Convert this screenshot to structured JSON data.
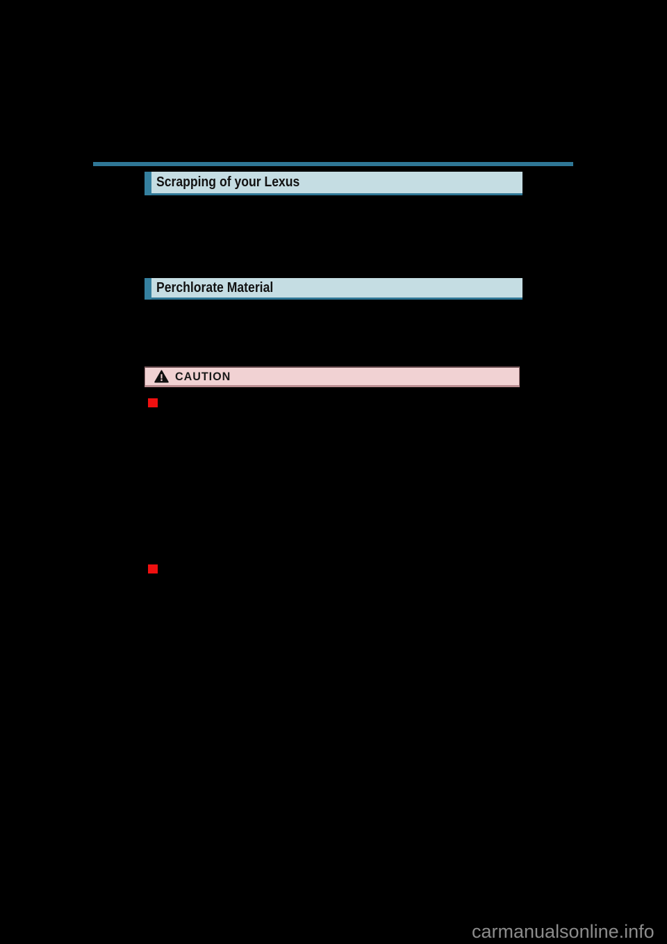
{
  "page": {
    "watermark": "carmanualsonline.info"
  },
  "colors": {
    "page_bg": "#000000",
    "rule_teal": "#2f7796",
    "accent_teal": "#35809f",
    "header_bg": "#c5dde3",
    "header_text": "#121212",
    "caution_bg": "#f1d2d3",
    "caution_text": "#1a1a1a",
    "bullet_red": "#ef1010",
    "watermark_gray": "#8c8c8c"
  },
  "sections": [
    {
      "title": "Scrapping of your Lexus"
    },
    {
      "title": "Perchlorate Material"
    }
  ],
  "caution": {
    "label": "CAUTION",
    "icon": "warning-triangle-icon",
    "bullet_count": 2
  }
}
